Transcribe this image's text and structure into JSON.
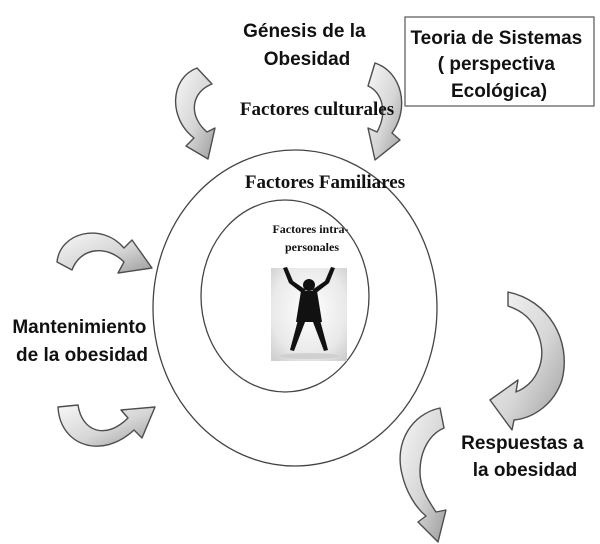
{
  "title_genesis": [
    "Génesis de la",
    "Obesidad"
  ],
  "title_theory": [
    "Teoria de Sistemas",
    "( perspectiva",
    "Ecológica)"
  ],
  "label_cultural": "Factores culturales",
  "label_family": "Factores Familiares",
  "label_intrapersonal": [
    "Factores intra-",
    "personales"
  ],
  "label_maintenance": [
    "Mantenimiento",
    "de la obesidad"
  ],
  "label_responses": [
    "Respuestas a",
    "la obesidad"
  ],
  "colors": {
    "arrow_light": "#f4f4f4",
    "arrow_dark": "#a9a9a9",
    "outline": "#4d4d4d",
    "text": "#111111"
  },
  "icons": [
    "curved-arrow-icon",
    "person-arms-raised-silhouette"
  ]
}
